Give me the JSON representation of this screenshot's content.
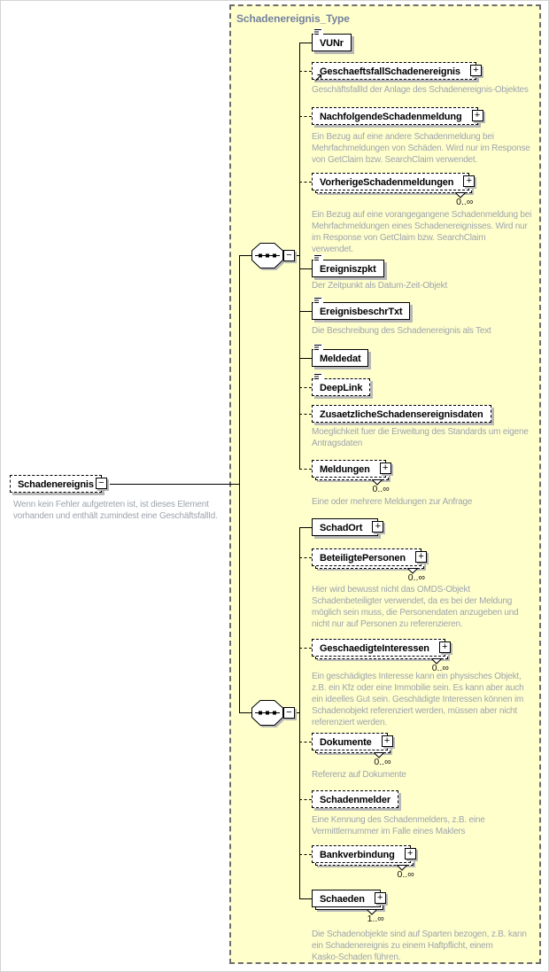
{
  "container": {
    "title": "Schadenereignis_Type"
  },
  "root_element": {
    "name": "Schadenereignis",
    "annotation": "Wenn kein Fehler aufgetreten ist, ist dieses Element\nvorhanden und enthält zumindest eine GeschäftsfallId."
  },
  "icons": {
    "expand_glyph": "+",
    "collapse_glyph": "−"
  },
  "connectors": [
    {
      "type": "sequence"
    },
    {
      "type": "sequence"
    }
  ],
  "elements": [
    {
      "name": "VUNr",
      "optional": false,
      "multi": false,
      "occurs": null,
      "expandable": false,
      "icon": "text-lines-icon",
      "annotation": null,
      "group": 0
    },
    {
      "name": "GeschaeftsfallSchadenereignis",
      "optional": true,
      "multi": false,
      "occurs": null,
      "expandable": true,
      "icon": "element-ref-icon",
      "annotation": "GeschäftsfallId der Anlage des Schadenereignis-Objektes",
      "group": 0
    },
    {
      "name": "NachfolgendeSchadenmeldung",
      "optional": true,
      "multi": false,
      "occurs": null,
      "expandable": true,
      "icon": null,
      "annotation": "Ein Bezug auf eine andere Schadenmeldung bei\nMehrfachmeldungen von Schäden. Wird nur im Response\nvon GetClaim bzw. SearchClaim verwendet.",
      "group": 0
    },
    {
      "name": "VorherigeSchadenmeldungen",
      "optional": true,
      "multi": true,
      "occurs": "0..∞",
      "expandable": true,
      "icon": null,
      "annotation": "Ein Bezug auf eine vorangegangene Schadenmeldung bei\nMehrfachmeldungen eines Schadenereignisses. Wird nur\nim Response von GetClaim bzw. SearchClaim\nverwendet.",
      "group": 0
    },
    {
      "name": "Ereigniszpkt",
      "optional": false,
      "multi": false,
      "occurs": null,
      "expandable": false,
      "icon": "text-lines-icon",
      "annotation": "Der Zeitpunkt als Datum-Zeit-Objekt",
      "group": 0
    },
    {
      "name": "EreignisbeschrTxt",
      "optional": false,
      "multi": false,
      "occurs": null,
      "expandable": false,
      "icon": "text-lines-icon",
      "annotation": "Die Beschreibung des Schadenereignis als Text",
      "group": 0
    },
    {
      "name": "Meldedat",
      "optional": false,
      "multi": false,
      "occurs": null,
      "expandable": false,
      "icon": "text-lines-icon",
      "annotation": null,
      "group": 0
    },
    {
      "name": "DeepLink",
      "optional": true,
      "multi": false,
      "occurs": null,
      "expandable": false,
      "icon": "text-lines-icon",
      "annotation": null,
      "group": 0
    },
    {
      "name": "ZusaetzlicheSchadensereignisdaten",
      "optional": true,
      "multi": false,
      "occurs": null,
      "expandable": false,
      "icon": null,
      "annotation": "Moeglichkeit fuer die Erweitung des Standards um eigene\nAntragsdaten",
      "group": 0
    },
    {
      "name": "Meldungen",
      "optional": true,
      "multi": true,
      "occurs": "0..∞",
      "expandable": true,
      "icon": null,
      "annotation": "Eine oder mehrere Meldungen zur Anfrage",
      "group": 0
    },
    {
      "name": "SchadOrt",
      "optional": false,
      "multi": false,
      "occurs": null,
      "expandable": true,
      "icon": null,
      "annotation": null,
      "group": 1
    },
    {
      "name": "BeteiligtePersonen",
      "optional": true,
      "multi": true,
      "occurs": "0..∞",
      "expandable": true,
      "icon": null,
      "annotation": "Hier wird bewusst nicht das OMDS-Objekt\nSchadenbeteiligter verwendet, da es bei der Meldung\nmöglich sein muss, die Personendaten anzugeben und\nnicht nur auf Personen zu referenzieren.",
      "group": 1
    },
    {
      "name": "GeschaedigteInteressen",
      "optional": true,
      "multi": true,
      "occurs": "0..∞",
      "expandable": true,
      "icon": null,
      "annotation": "Ein geschädigtes Interesse kann ein physisches Objekt,\nz.B. ein Kfz oder eine Immobilie sein. Es kann aber auch\nein ideelles Gut sein. Geschädigte Interessen können im\nSchadenobjekt referenziert werden, müssen aber nicht\nreferenziert werden.",
      "group": 1
    },
    {
      "name": "Dokumente",
      "optional": true,
      "multi": true,
      "occurs": "0..∞",
      "expandable": true,
      "icon": null,
      "annotation": "Referenz auf Dokumente",
      "group": 1
    },
    {
      "name": "Schadenmelder",
      "optional": true,
      "multi": false,
      "occurs": null,
      "expandable": false,
      "icon": null,
      "annotation": "Eine Kennung des Schadenmelders, z.B. eine\nVermittlernummer im Falle eines Maklers",
      "group": 1
    },
    {
      "name": "Bankverbindung",
      "optional": true,
      "multi": true,
      "occurs": "0..∞",
      "expandable": true,
      "icon": null,
      "annotation": null,
      "group": 1
    },
    {
      "name": "Schaeden",
      "optional": false,
      "multi": true,
      "occurs": "1..∞",
      "expandable": true,
      "icon": null,
      "annotation": "Die Schadenobjekte sind auf Sparten bezogen, z.B. kann\nein Schadenereignis zu einem Haftpflicht, einem\nKasko-Schaden führen.",
      "group": 1
    }
  ],
  "colors": {
    "container_bg": "#ffffcc",
    "container_border": "#6e6e6e",
    "title_text": "#74829e",
    "annotation_text": "#9ea4ac",
    "box_border": "#000000",
    "box_bg": "#ffffff",
    "shadow": "#b8b8b8",
    "line": "#000000"
  }
}
